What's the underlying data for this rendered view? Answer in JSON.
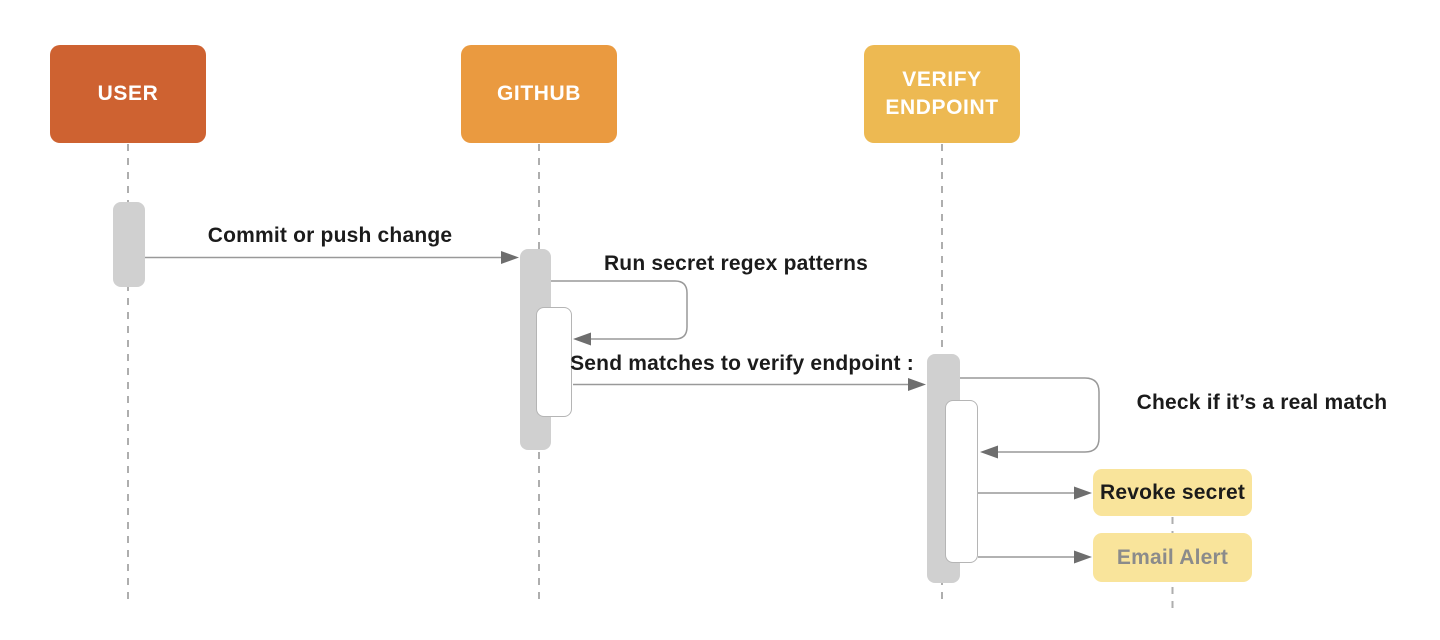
{
  "diagram": {
    "type": "sequence-diagram",
    "actors": {
      "user": {
        "label": "USER"
      },
      "github": {
        "label": "GITHUB"
      },
      "verify": {
        "label": "VERIFY ENDPOINT"
      }
    },
    "messages": {
      "commit": {
        "from": "user",
        "to": "github",
        "label": "Commit or push change"
      },
      "regex": {
        "self": "github",
        "label": "Run secret regex patterns"
      },
      "send": {
        "from": "github",
        "to": "verify",
        "label": "Send matches to verify endpoint :"
      },
      "check": {
        "self": "verify",
        "label": "Check if it’s a real match"
      }
    },
    "notes": {
      "revoke": {
        "label": "Revoke secret"
      },
      "email": {
        "label": "Email Alert"
      }
    }
  },
  "colors": {
    "canvas_bg": "#ffffff",
    "user_box": "#ce6231",
    "github_box": "#ea9a40",
    "verify_box": "#edb952",
    "note_box": "#f9e49b",
    "activation": "#d0d0d0",
    "activation_border": "#b5b5b5",
    "line": "#999999",
    "arrowhead": "#6e6e6e",
    "lifeline": "#aeaeae",
    "text": "#1b1b1b",
    "note_muted_text": "#8b8b8b"
  }
}
